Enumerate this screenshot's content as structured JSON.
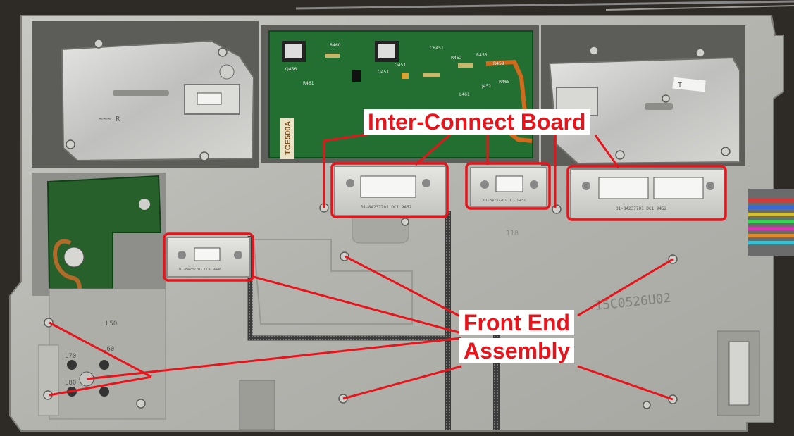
{
  "callouts": {
    "interconnect": "Inter-Connect Board",
    "front_end_line1": "Front End",
    "front_end_line2": "Assembly"
  },
  "pcb_markings": {
    "top_board_code": "TCE500A",
    "top_refs": [
      "R460",
      "Q451",
      "CR451",
      "R453",
      "Q456",
      "R461",
      "R452",
      "Q451",
      "R459",
      "R465",
      "J452",
      "L461"
    ]
  },
  "connector_labels": {
    "left_upper": "01-84237701 DC1 9452",
    "middle_upper": "01-84237701 DC1 9451",
    "right_upper": "01-84237701 DC1 9452",
    "left_lower": "01-84237701 DC1 9446"
  },
  "chassis_markings": {
    "part_number": "15C0526U02",
    "panel_stamp": "110",
    "left_shield_mark": "~~~ R",
    "right_shield_mark": "T"
  },
  "coil_labels": [
    "L50",
    "L70",
    "L60",
    "L80"
  ],
  "colors": {
    "callout_text": "#e8141c",
    "callout_bg": "#ffffff",
    "highlight": "#e8141c",
    "chassis": "#b9b9b4",
    "pcb": "#1f6b2c"
  }
}
